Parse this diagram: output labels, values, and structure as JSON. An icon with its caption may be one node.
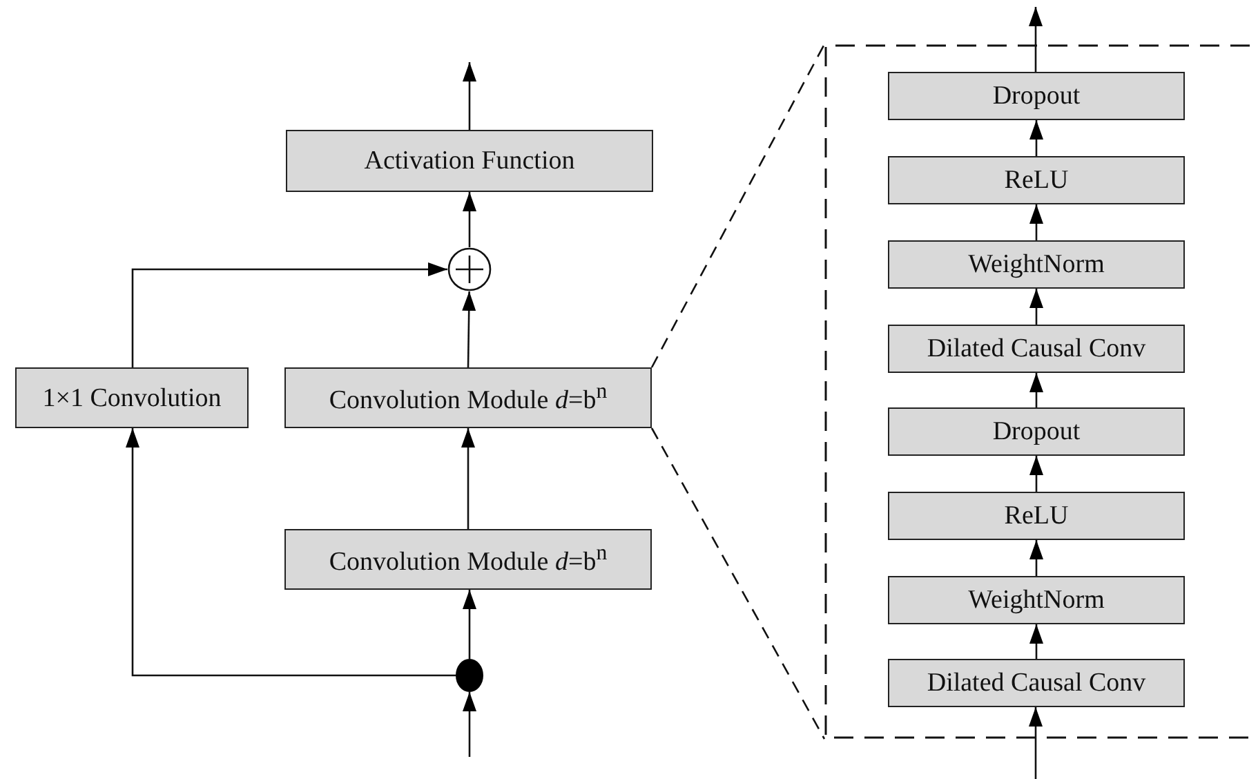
{
  "diagram": {
    "nodes": [
      {
        "text": [
          "Activation Function"
        ]
      },
      {
        "text": [],
        "shape": "circle"
      },
      {
        "text": [
          "1×1 Convolution"
        ]
      },
      {
        "text": [
          "Convolution Module *d*=b$^{n}$"
        ]
      },
      {
        "text": [
          "Convolution Module *d*=b$^{n}$"
        ]
      },
      {
        "text": [],
        "shape": "circle"
      },
      {
        "text": [],
        "shape": "box"
      },
      {
        "text": [
          "Dropout"
        ],
        "in": 6
      },
      {
        "text": [
          "ReLU"
        ],
        "in": 6
      },
      {
        "text": [
          "WeightNorm"
        ],
        "in": 6
      },
      {
        "text": [
          "Dilated Causal Conv"
        ],
        "in": 6
      },
      {
        "text": [
          "Dropout"
        ],
        "in": 6
      },
      {
        "text": [
          "ReLU"
        ],
        "in": 6
      },
      {
        "text": [
          "WeightNorm"
        ],
        "in": 6
      },
      {
        "text": [
          "Dilated Causal Conv"
        ],
        "in": 6
      }
    ],
    "edges": [
      {
        "from": null,
        "to": 5,
        "arrow": "to"
      },
      {
        "from": 5,
        "to": 4,
        "arrow": "to"
      },
      {
        "from": 4,
        "to": 3,
        "arrow": "to"
      },
      {
        "from": 3,
        "to": 1,
        "arrow": "to"
      },
      {
        "from": 5,
        "to": 2,
        "arrow": "to"
      },
      {
        "from": 2,
        "to": 1,
        "arrow": "to"
      },
      {
        "from": 1,
        "to": 0,
        "arrow": "to"
      },
      {
        "from": 0,
        "to": null,
        "arrow": "to"
      },
      {
        "from": 3,
        "to": 6,
        "arrow": "none",
        "style": "dashed"
      },
      {
        "from": 3,
        "to": 6,
        "arrow": "none",
        "style": "dashed"
      },
      {
        "from": null,
        "to": 14,
        "arrow": "to"
      },
      {
        "from": 14,
        "to": 13,
        "arrow": "to"
      },
      {
        "from": 13,
        "to": 12,
        "arrow": "to"
      },
      {
        "from": 12,
        "to": 11,
        "arrow": "to"
      },
      {
        "from": 11,
        "to": 10,
        "arrow": "to"
      },
      {
        "from": 10,
        "to": 9,
        "arrow": "to"
      },
      {
        "from": 9,
        "to": 8,
        "arrow": "to"
      },
      {
        "from": 8,
        "to": 7,
        "arrow": "to"
      },
      {
        "from": 7,
        "to": null,
        "arrow": "to"
      }
    ]
  }
}
